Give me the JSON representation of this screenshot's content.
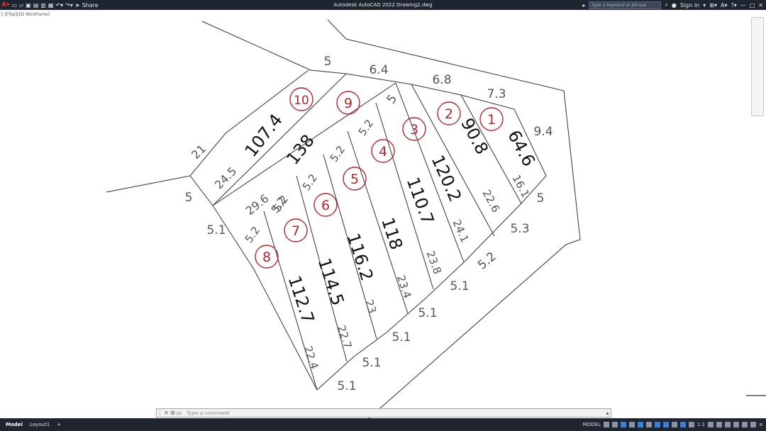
{
  "app": {
    "title": "Autodesk AutoCAD 2022   Drawing2.dwg",
    "share_label": "Share",
    "search_placeholder": "Type a keyword or phrase",
    "sign_in_label": "Sign In",
    "viewport_label": "[-][Top][2D Wireframe]"
  },
  "drawing": {
    "lot_labels": [
      "1",
      "2",
      "3",
      "4",
      "5",
      "6",
      "7",
      "8",
      "9",
      "10"
    ],
    "area_labels": [
      "64.6",
      "90.8",
      "120.2",
      "110.7",
      "118",
      "116.2",
      "114.5",
      "112.7",
      "138",
      "107.4"
    ],
    "dim_labels": [
      "5",
      "6.4",
      "6.8",
      "7.3",
      "9.4",
      "5",
      "5.3",
      "5.2",
      "5.1",
      "5.1",
      "5.1",
      "5.1",
      "5.1",
      "5.1",
      "21",
      "5",
      "24.5",
      "29.6",
      "5.2",
      "5.2",
      "5.2",
      "5.2",
      "5.2",
      "5.2",
      "5",
      "16.1",
      "22.6",
      "24.1",
      "23.8",
      "23.4",
      "23",
      "22.7",
      "22.4"
    ]
  },
  "command": {
    "placeholder": "Type a command"
  },
  "status": {
    "tabs": [
      "Model",
      "Layout1"
    ],
    "model_label": "MODEL",
    "scale_label": "1:1"
  },
  "colors": {
    "chrome": "#1f2530",
    "lot_number": "#b3252b"
  }
}
